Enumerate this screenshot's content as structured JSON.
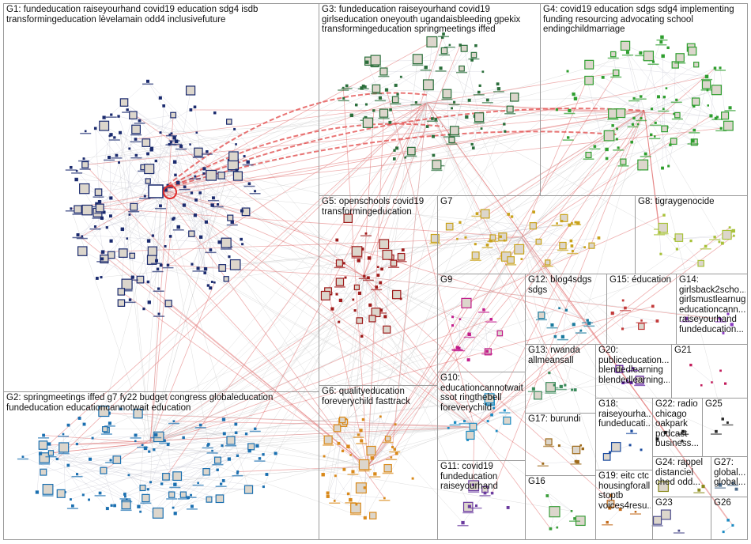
{
  "groups": [
    {
      "id": "G1",
      "title": "G1: fundeducation raiseyourhand covid19 education sdg4 isdb\ntransformingeducation lèvelamain odd4 inclusivefuture",
      "color": "#1a2a6e"
    },
    {
      "id": "G2",
      "title": "G2: springmeetings iffed g7 fy22 budget congress globaleducation\nfundeducation educationcannotwait education",
      "color": "#1a6fb0"
    },
    {
      "id": "G3",
      "title": "G3: fundeducation raiseyourhand covid19\ngirlseducation oneyouth ugandaisbleeding gpekix\ntransformingeducation springmeetings iffed",
      "color": "#2a6e3a"
    },
    {
      "id": "G4",
      "title": "G4: covid19 education sdgs sdg4 implementing\nfunding resourcing advocating school\nendingchildmarriage",
      "color": "#2e9e2e"
    },
    {
      "id": "G5",
      "title": "G5: openschools covid19\ntransformingeducation",
      "color": "#9e1a1a"
    },
    {
      "id": "G6",
      "title": "G6: qualityeducation\nforeverychild fasttrack",
      "color": "#d9891a"
    },
    {
      "id": "G7",
      "title": "G7",
      "color": "#c9a21a"
    },
    {
      "id": "G8",
      "title": "G8: tigraygenocide",
      "color": "#a8c23a"
    },
    {
      "id": "G9",
      "title": "G9",
      "color": "#c21a8a"
    },
    {
      "id": "G10",
      "title": "G10:\neducationcannotwait\nssot ringthebell\nforeverychild",
      "color": "#1a8ac2"
    },
    {
      "id": "G11",
      "title": "G11: covid19\nfundeducation\nraiseyourhand",
      "color": "#6a3a9e"
    },
    {
      "id": "G12",
      "title": "G12: blog4sdgs\nsdgs",
      "color": "#1a7a9e"
    },
    {
      "id": "G13",
      "title": "G13: rwanda\nallmeansall",
      "color": "#3a8a5a"
    },
    {
      "id": "G14",
      "title": "G14:\ngirlsback2scho...\ngirlsmustlearnug\neducationcann...\nraiseyourhand\nfundeducation...",
      "color": "#8a3ac2"
    },
    {
      "id": "G15",
      "title": "G15: éducation",
      "color": "#c23a3a"
    },
    {
      "id": "G16",
      "title": "G16",
      "color": "#3a9e3a"
    },
    {
      "id": "G17",
      "title": "G17: burundi",
      "color": "#9e6a1a"
    },
    {
      "id": "G18",
      "title": "G18:\nraiseyourha...\nfundeducati...",
      "color": "#1a4a9e"
    },
    {
      "id": "G19",
      "title": "G19: eitc ctc\nhousingforall\nstoptb\nvoices4resu...",
      "color": "#c26a1a"
    },
    {
      "id": "G20",
      "title": "G20:\npubliceducation...\nblendedlearning\nblendedlearning...",
      "color": "#5a1a9e"
    },
    {
      "id": "G21",
      "title": "G21",
      "color": "#c21a5a"
    },
    {
      "id": "G22",
      "title": "G22: radio\nchicago\noakpark\npodcast\nbusiness...",
      "color": "#1a1a1a"
    },
    {
      "id": "G23",
      "title": "G23",
      "color": "#4a4a8a"
    },
    {
      "id": "G24",
      "title": "G24: rappel\ndistanciel\nched odd...",
      "color": "#8a8a1a"
    },
    {
      "id": "G25",
      "title": "G25",
      "color": "#2a2a2a"
    },
    {
      "id": "G26",
      "title": "G26",
      "color": "#1a8ac2"
    },
    {
      "id": "G27",
      "title": "G27:\nglobal...\nglobal...",
      "color": "#4a6a8a"
    }
  ]
}
